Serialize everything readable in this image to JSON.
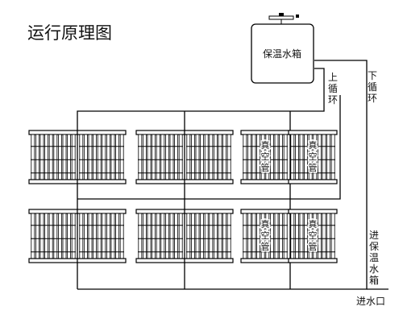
{
  "title": "运行原理图",
  "tank": {
    "label": "保温水箱"
  },
  "labels": {
    "upper_loop": "上循环",
    "lower_loop": "下循环",
    "to_tank": "进保温水箱",
    "inlet": "进水口"
  },
  "collector_text": "真空管",
  "rows": [
    {
      "row": "top",
      "modules": [
        {
          "label": ""
        },
        {
          "label": ""
        },
        {
          "label": ""
        },
        {
          "label": ""
        },
        {
          "label": "真空管"
        },
        {
          "label": "真空管"
        }
      ]
    },
    {
      "row": "bottom",
      "modules": [
        {
          "label": ""
        },
        {
          "label": ""
        },
        {
          "label": ""
        },
        {
          "label": ""
        },
        {
          "label": "真空管"
        },
        {
          "label": "真空管"
        }
      ]
    }
  ]
}
